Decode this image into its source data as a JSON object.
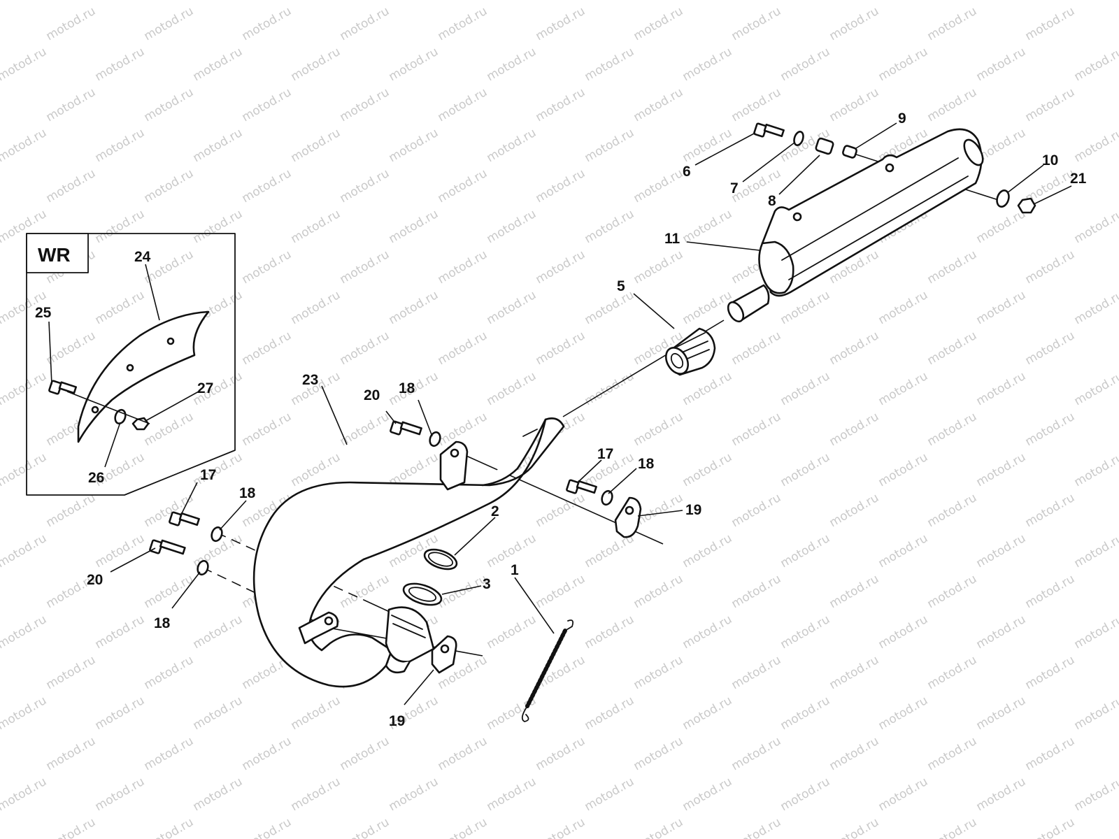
{
  "watermark": "motod.ru",
  "inset": {
    "title": "WR"
  },
  "callouts": [
    {
      "id": "c1",
      "text": "1",
      "part": "spring"
    },
    {
      "id": "c2",
      "text": "2",
      "part": "o-ring"
    },
    {
      "id": "c3",
      "text": "3",
      "part": "gasket"
    },
    {
      "id": "c5",
      "text": "5",
      "part": "silencer-joint"
    },
    {
      "id": "c6",
      "text": "6",
      "part": "bolt"
    },
    {
      "id": "c7",
      "text": "7",
      "part": "washer"
    },
    {
      "id": "c8",
      "text": "8",
      "part": "collar"
    },
    {
      "id": "c9",
      "text": "9",
      "part": "grommet"
    },
    {
      "id": "c10",
      "text": "10",
      "part": "washer"
    },
    {
      "id": "c11",
      "text": "11",
      "part": "silencer"
    },
    {
      "id": "c17a",
      "text": "17",
      "part": "bolt"
    },
    {
      "id": "c17b",
      "text": "17",
      "part": "bolt"
    },
    {
      "id": "c18a",
      "text": "18",
      "part": "washer"
    },
    {
      "id": "c18b",
      "text": "18",
      "part": "washer"
    },
    {
      "id": "c18c",
      "text": "18",
      "part": "washer"
    },
    {
      "id": "c18d",
      "text": "18",
      "part": "washer"
    },
    {
      "id": "c19a",
      "text": "19",
      "part": "bracket"
    },
    {
      "id": "c19b",
      "text": "19",
      "part": "bracket"
    },
    {
      "id": "c20a",
      "text": "20",
      "part": "bolt"
    },
    {
      "id": "c20b",
      "text": "20",
      "part": "bolt"
    },
    {
      "id": "c21",
      "text": "21",
      "part": "nut"
    },
    {
      "id": "c23",
      "text": "23",
      "part": "exhaust-pipe"
    },
    {
      "id": "c24",
      "text": "24",
      "part": "heat-guard"
    },
    {
      "id": "c25",
      "text": "25",
      "part": "bolt"
    },
    {
      "id": "c26",
      "text": "26",
      "part": "washer"
    },
    {
      "id": "c27",
      "text": "27",
      "part": "nut"
    }
  ]
}
